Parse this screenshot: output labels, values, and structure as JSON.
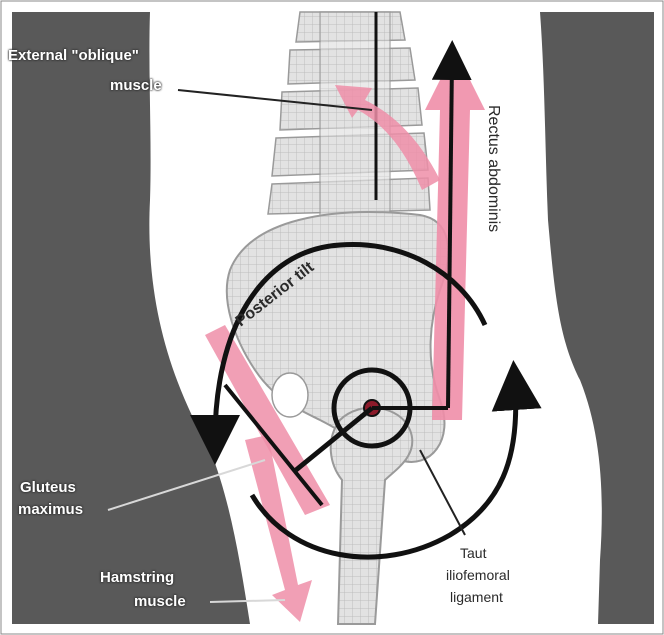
{
  "labels": {
    "external_oblique_1": "External \"oblique\"",
    "external_oblique_2": "muscle",
    "rectus_abdominis": "Rectus abdominis",
    "posterior_tilt": "Posterior tilt",
    "gluteus_1": "Gluteus",
    "gluteus_2": "maximus",
    "hamstring_1": "Hamstring",
    "hamstring_2": "muscle",
    "taut_1": "Taut",
    "taut_2": "iliofemoral",
    "taut_3": "ligament"
  },
  "colors": {
    "background_dark": "#5a5a5a",
    "body_fill": "#ffffff",
    "bone_fill": "#dcdcdc",
    "muscle_pink": "#ef8ea8",
    "arrow_black": "#111111"
  }
}
